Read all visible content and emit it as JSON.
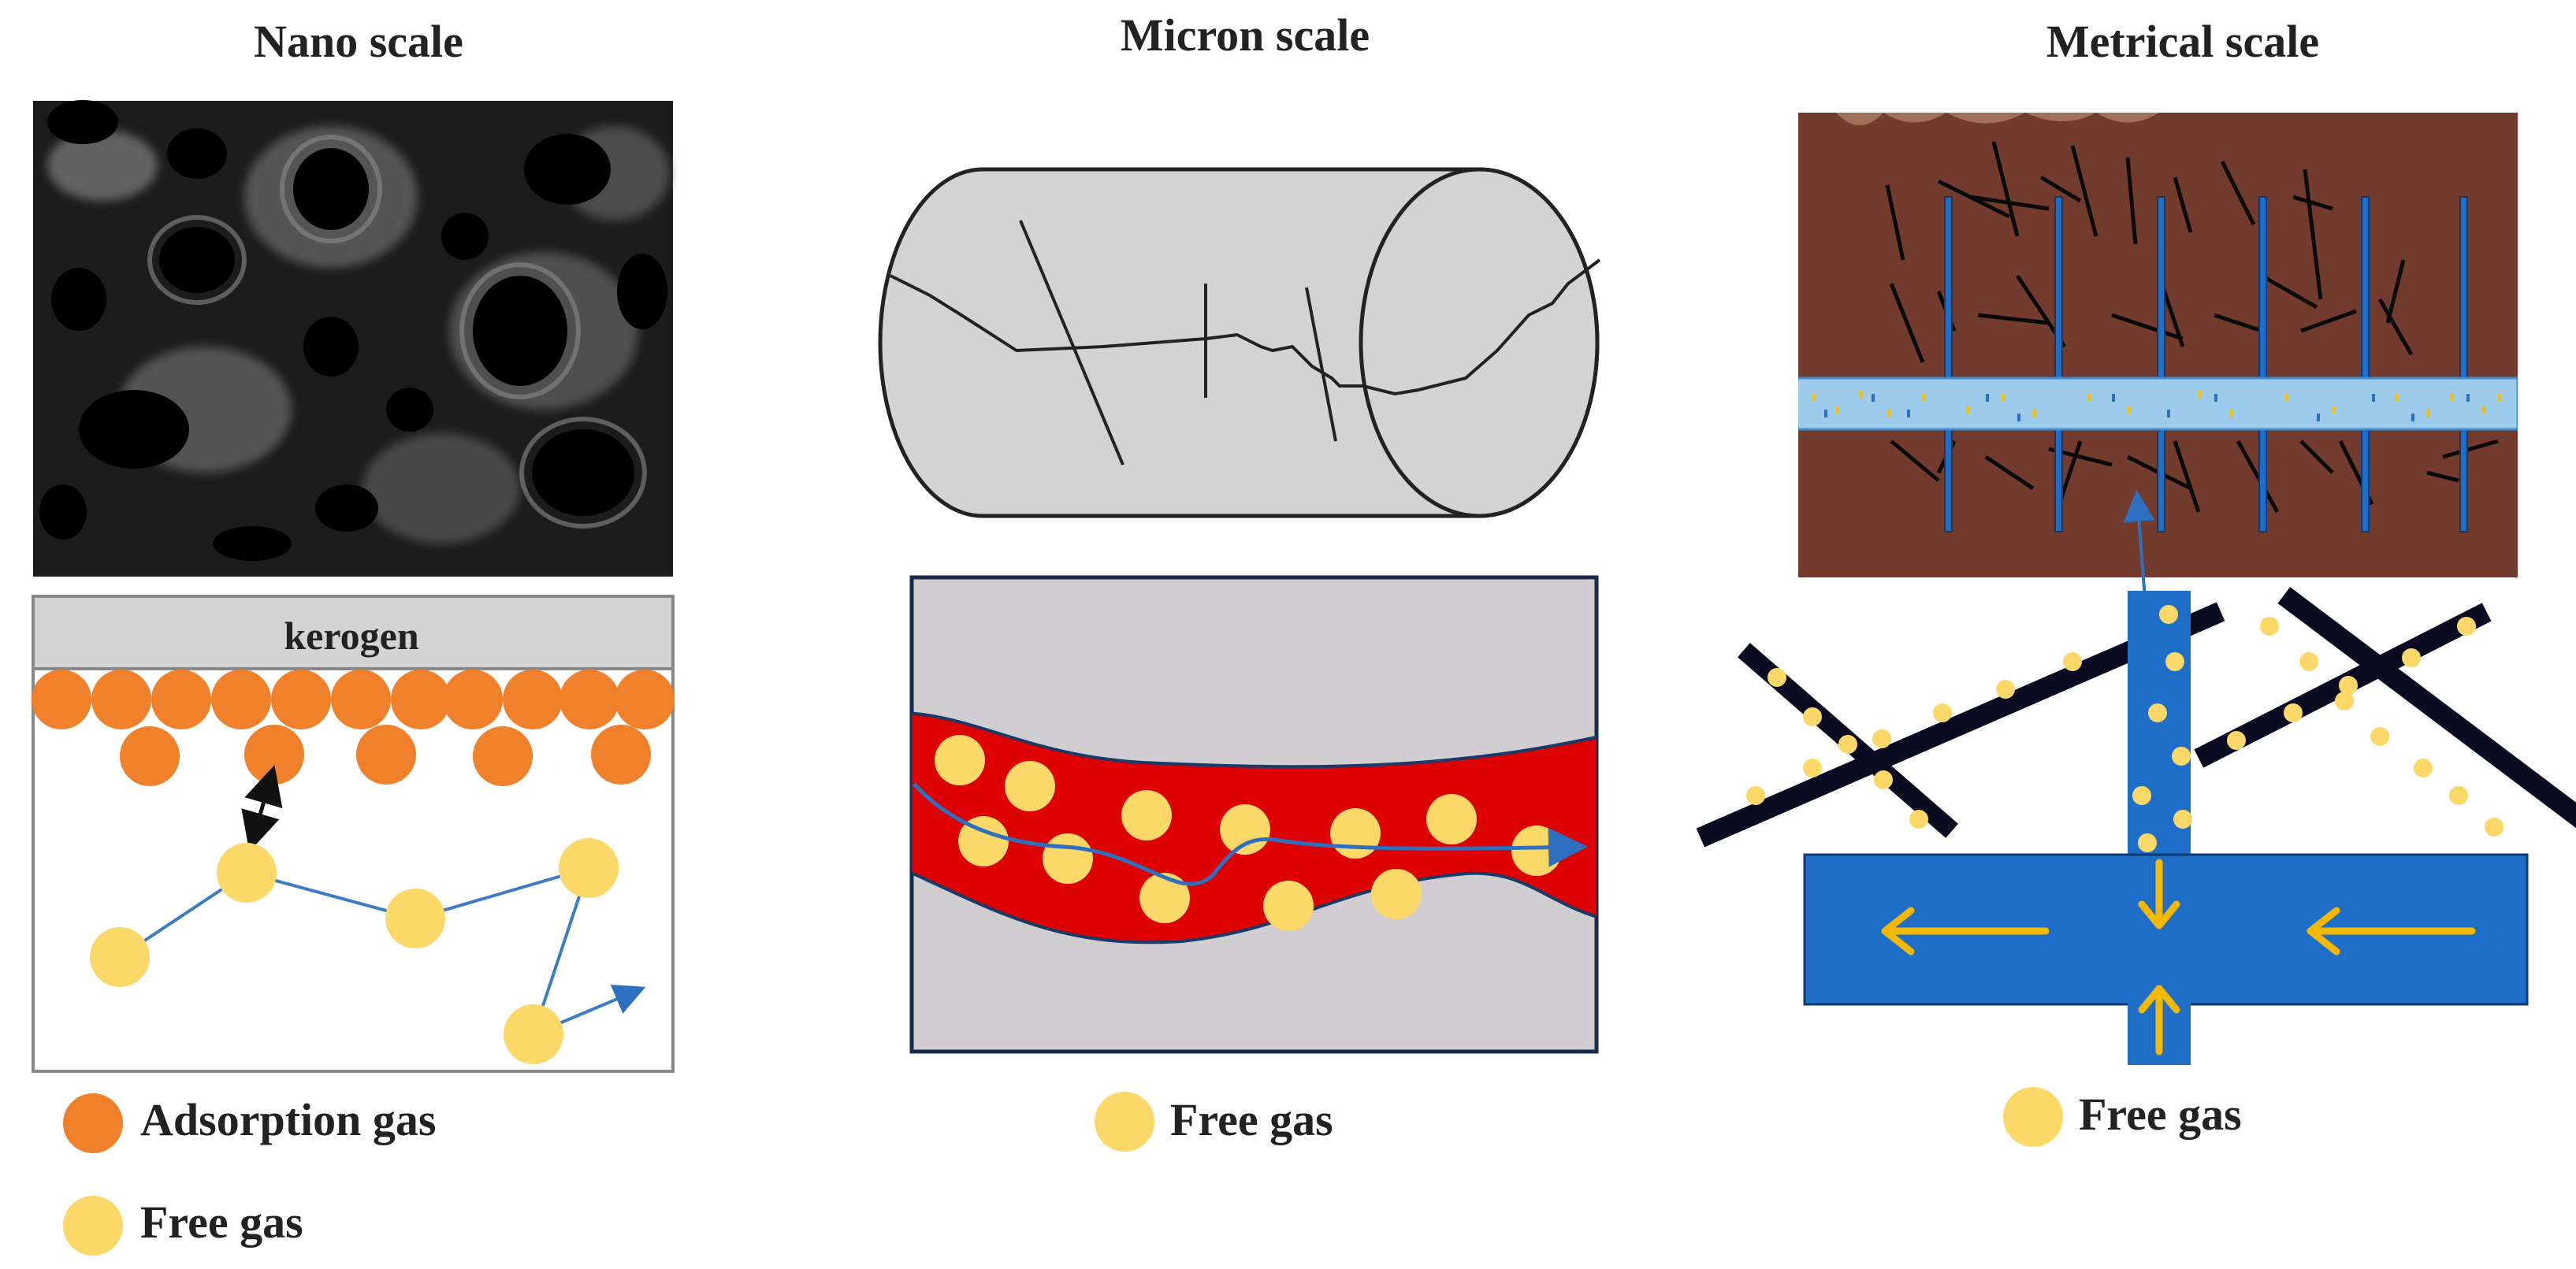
{
  "panels": {
    "nano": {
      "title": "Nano scale",
      "kerogen_label": "kerogen"
    },
    "micron": {
      "title": "Micron scale"
    },
    "metrical": {
      "title": "Metrical scale"
    }
  },
  "legend": {
    "adsorption_gas": "Adsorption gas",
    "free_gas": "Free gas"
  },
  "colors": {
    "adsorption_gas": "#F0802A",
    "free_gas": "#FBD867",
    "flow_channel": "#DD0000",
    "formation": "#733B2E",
    "wellbore": "#1F6FC8",
    "arrow": "#F5B800",
    "kerogen": "#D3D3D3",
    "matrix": "#D0CED0"
  }
}
